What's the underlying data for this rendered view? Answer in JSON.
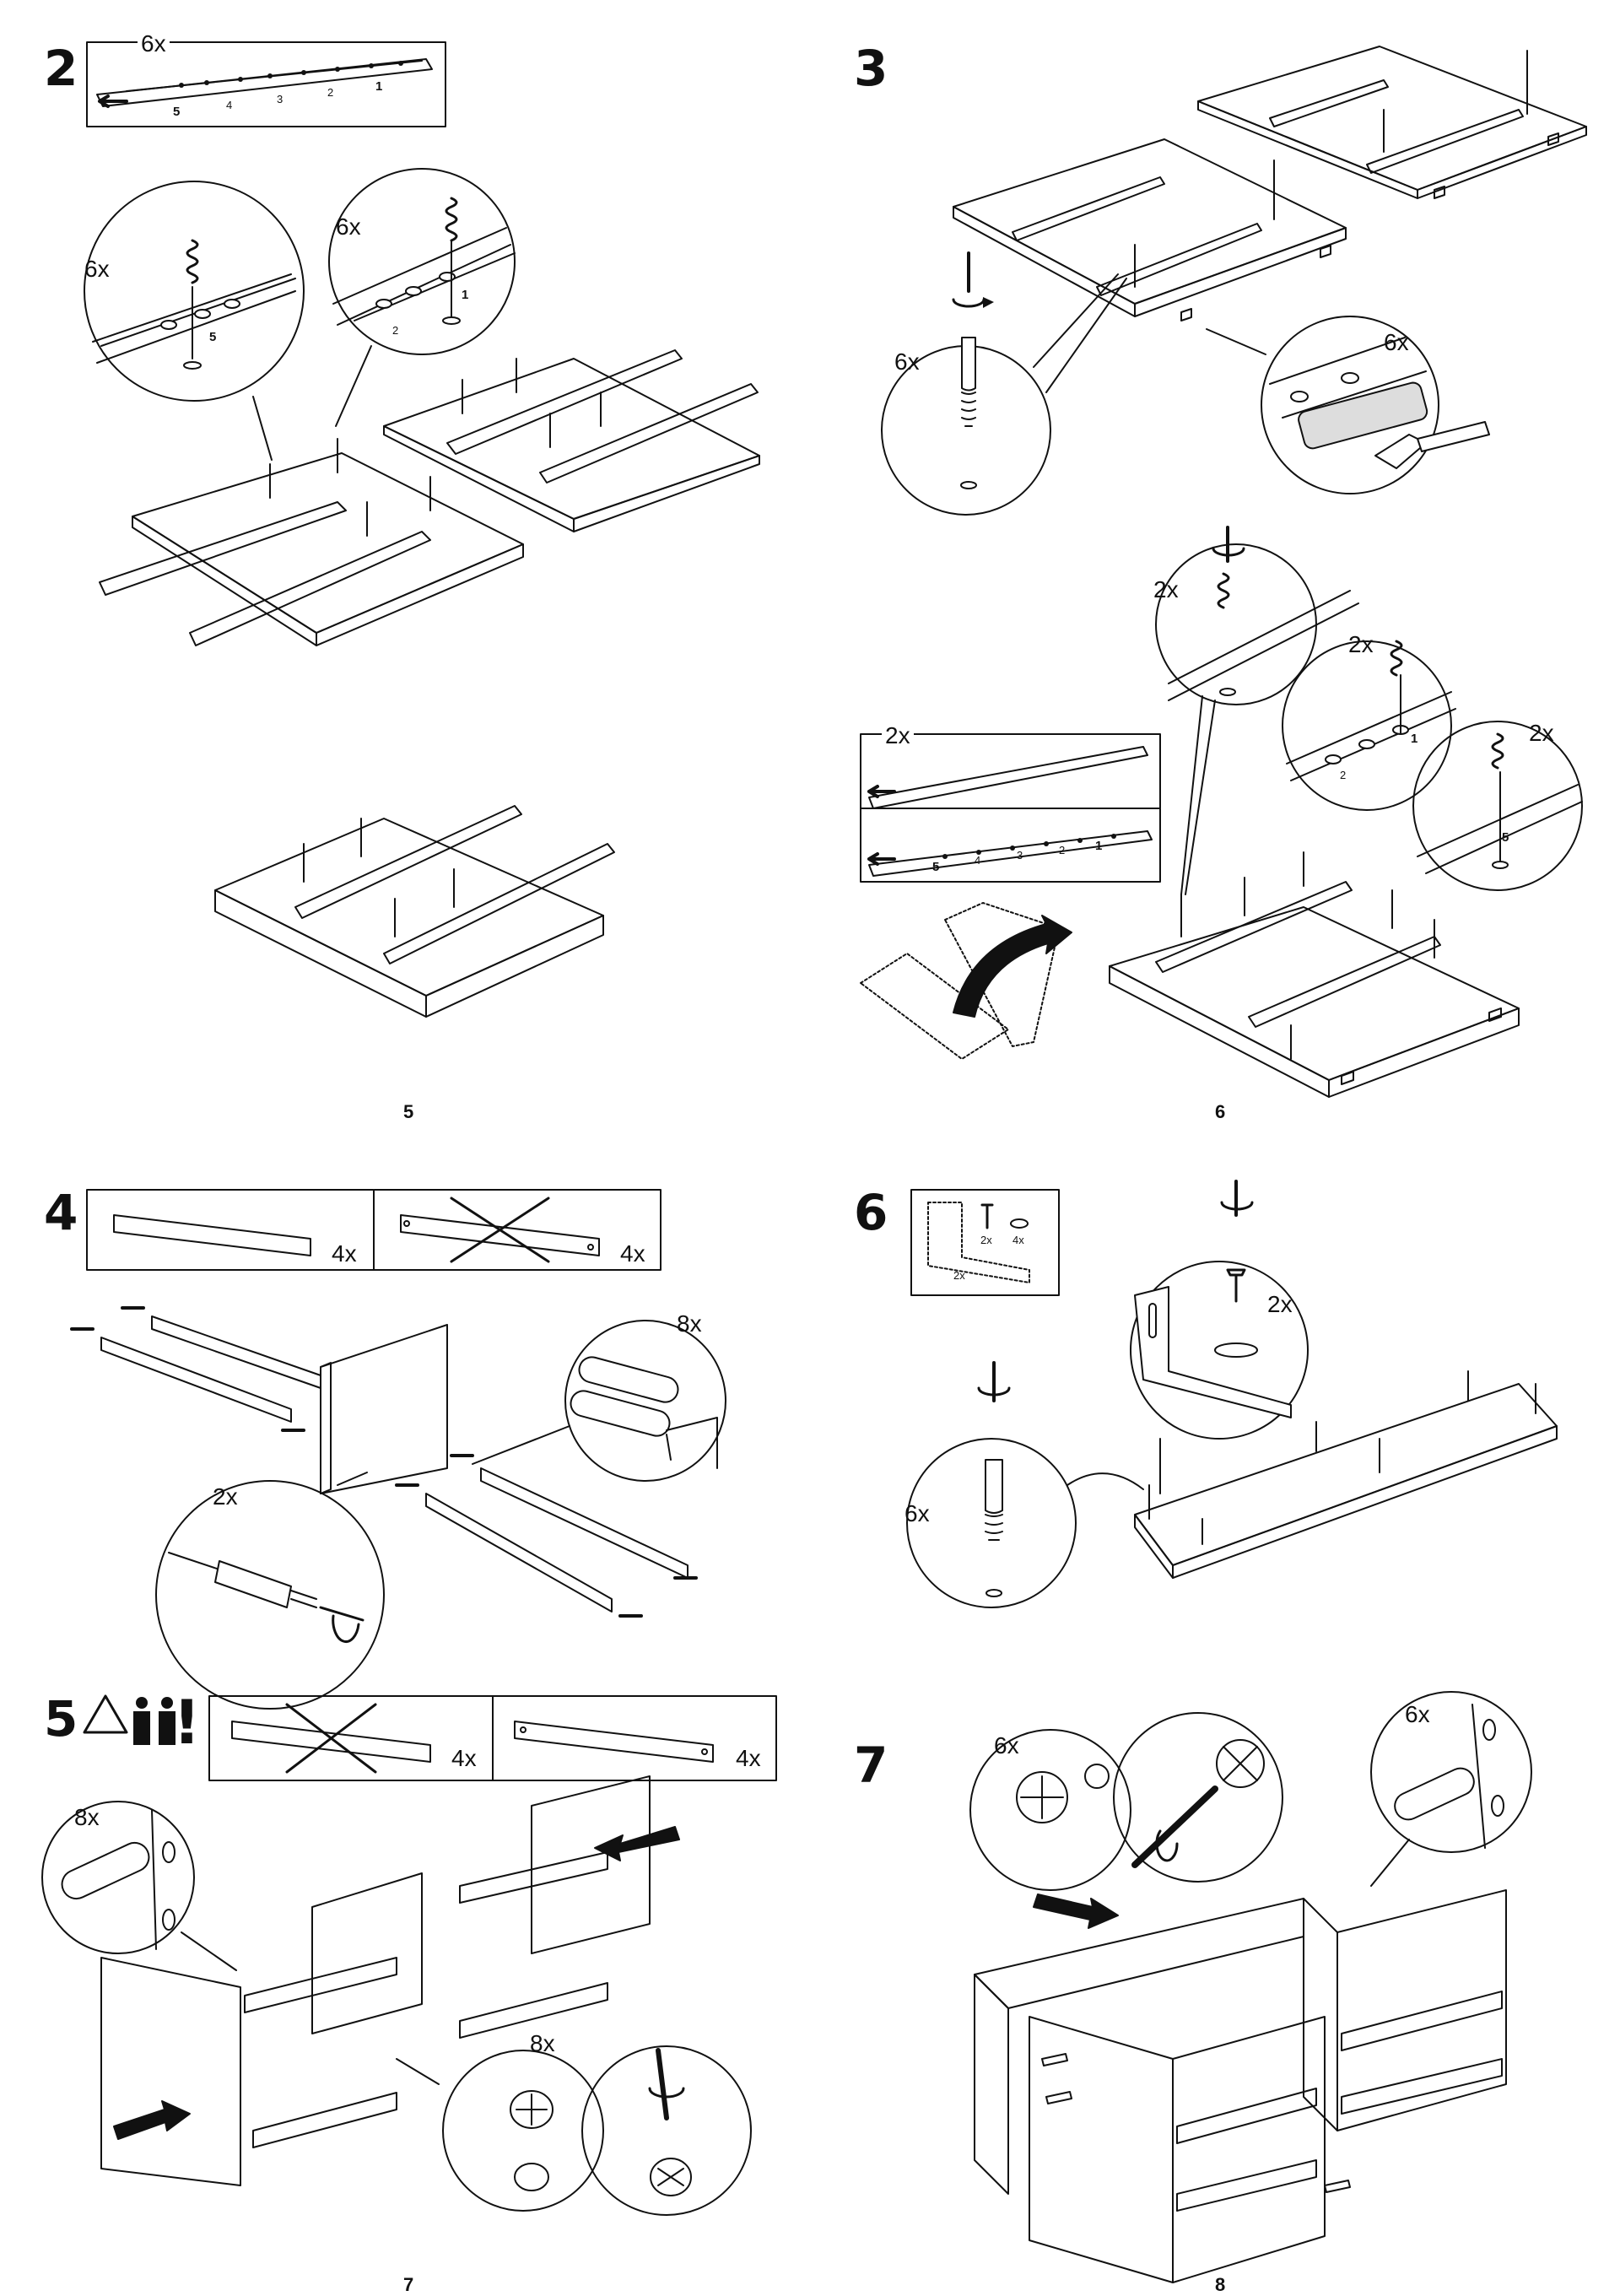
{
  "steps": {
    "s2": "2",
    "s3": "3",
    "s4": "4",
    "s5": "5",
    "s6": "6",
    "s7": "7"
  },
  "page_numbers": {
    "left_top": "5",
    "right_top": "6",
    "left_bottom": "7",
    "right_bottom": "8"
  },
  "quantities": {
    "six": "6x",
    "two": "2x",
    "four": "4x",
    "eight": "8x"
  },
  "rail_markings": {
    "m1": "1",
    "m2": "2",
    "m3": "3",
    "m4": "4",
    "m5": "5"
  },
  "icons": [
    "warning-triangle-icon",
    "two-persons-icon",
    "exclamation-icon",
    "screwdriver-icon",
    "hammer-icon",
    "rotate-arrow-icon",
    "push-arrow-icon",
    "cross-out-icon"
  ]
}
